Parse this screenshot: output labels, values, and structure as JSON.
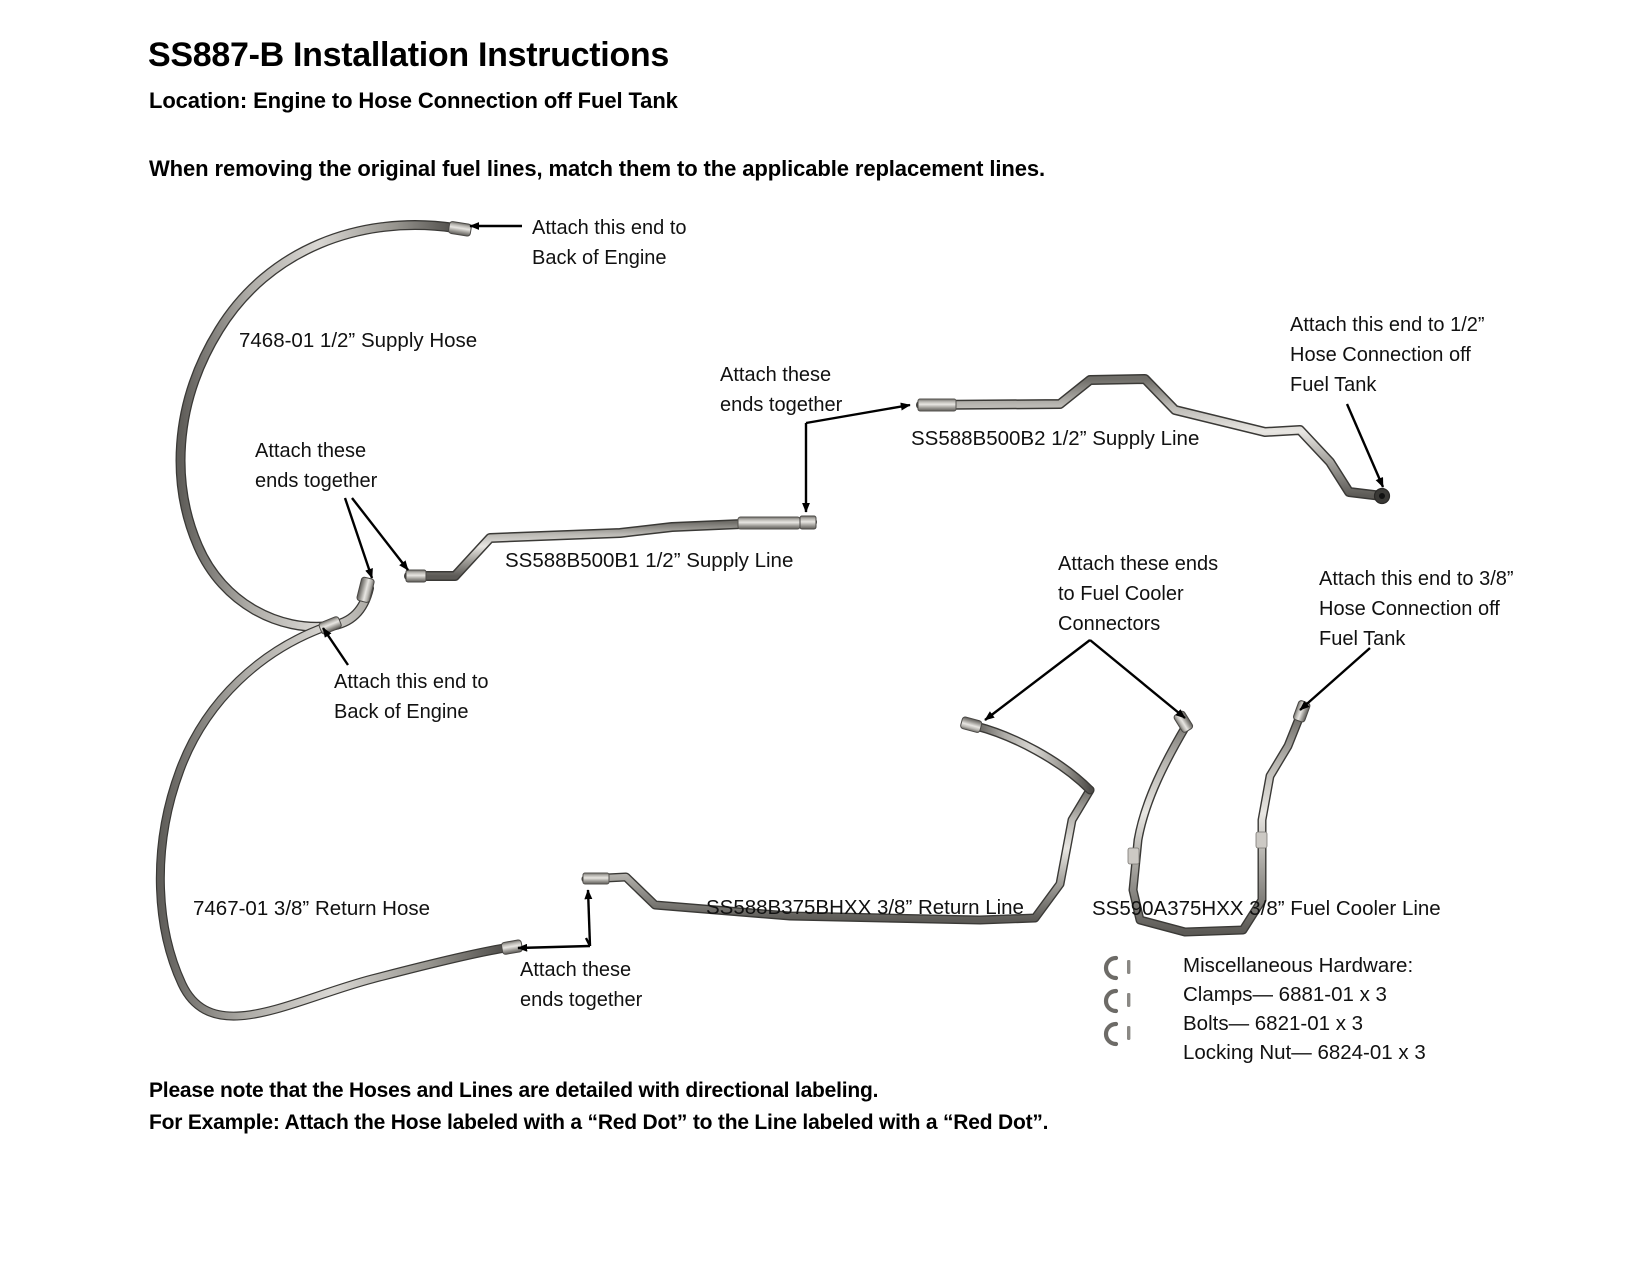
{
  "document": {
    "title": "SS887-B Installation Instructions",
    "subtitle": "Location: Engine to Hose Connection off Fuel Tank",
    "instruction": "When removing the original fuel lines, match them to the applicable replacement lines."
  },
  "parts": [
    {
      "id": "supply-hose",
      "label": "7468-01 1/2” Supply Hose"
    },
    {
      "id": "supply-line-b1",
      "label": "SS588B500B1 1/2” Supply Line"
    },
    {
      "id": "supply-line-b2",
      "label": "SS588B500B2 1/2” Supply Line"
    },
    {
      "id": "return-hose",
      "label": "7467-01 3/8” Return Hose"
    },
    {
      "id": "return-line",
      "label": "SS588B375BHXX 3/8” Return Line"
    },
    {
      "id": "fuel-cooler-line",
      "label": "SS590A375HXX 3/8” Fuel Cooler Line"
    }
  ],
  "annotations": {
    "engine_top": "Attach this end to\nBack of Engine",
    "ends_together_left": "Attach these\nends together",
    "ends_together_mid": "Attach these\nends together",
    "half_inch_tank": "Attach this end to 1/2”\nHose Connection off\nFuel Tank",
    "engine_bottom": "Attach this end to\nBack of Engine",
    "fuel_cooler": "Attach these ends\nto Fuel Cooler\nConnectors",
    "three_eighth_tank": "Attach this end to 3/8”\nHose Connection off\nFuel Tank",
    "ends_together_bottom": "Attach these\nends together"
  },
  "hardware": {
    "heading": "Miscellaneous Hardware:",
    "items": [
      "Clamps— 6881-01 x 3",
      "Bolts— 6821-01 x 3",
      "Locking Nut— 6824-01 x 3"
    ],
    "block": "Miscellaneous Hardware:\nClamps— 6881-01 x 3\nBolts— 6821-01 x 3\nLocking Nut— 6824-01 x 3"
  },
  "footer": {
    "line1": "Please note that the Hoses and Lines are detailed with directional labeling.",
    "line2": "For Example: Attach the Hose labeled with a “Red Dot” to the Line labeled with a “Red Dot”."
  },
  "colors": {
    "text": "#111111",
    "background": "#ffffff",
    "metal_light": "#d8d6d2",
    "metal_mid": "#9c9a95",
    "metal_dark": "#5e5c58"
  }
}
